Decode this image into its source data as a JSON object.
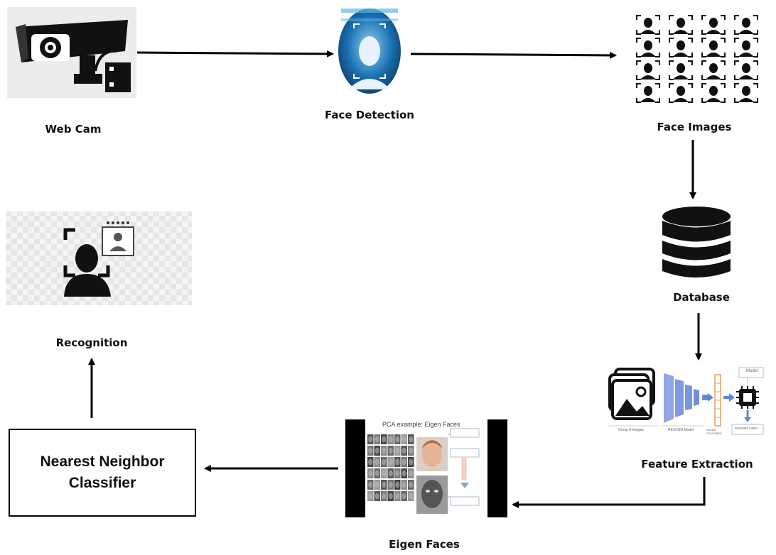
{
  "nodes": {
    "webcam": {
      "label": "Web Cam",
      "icon": "security-camera-icon"
    },
    "face_detection": {
      "label": "Face Detection",
      "icon": "face-scan-icon"
    },
    "face_images": {
      "label": "Face Images",
      "icon": "face-grid-icon"
    },
    "database": {
      "label": "Database",
      "icon": "database-icon"
    },
    "feature_extraction": {
      "label": "Feature Extraction",
      "icon": "cnn-pipeline-icon",
      "sublabels": [
        "Group A Images",
        "RESCNN Model",
        "Weights RTA5 RBD5",
        "Inverted Label"
      ],
      "box_label": "Model"
    },
    "eigen_faces": {
      "label": "Eigen Faces",
      "icon": "eigen-faces-slide",
      "slide_title": "PCA example: Eigen Faces"
    },
    "nearest_neighbor": {
      "line1": "Nearest Neighbor",
      "line2": "Classifier"
    },
    "recognition": {
      "label": "Recognition",
      "icon": "face-recognition-icon"
    }
  },
  "edges": [
    {
      "from": "webcam",
      "to": "face_detection"
    },
    {
      "from": "face_detection",
      "to": "face_images"
    },
    {
      "from": "face_images",
      "to": "database"
    },
    {
      "from": "database",
      "to": "feature_extraction"
    },
    {
      "from": "feature_extraction",
      "to": "eigen_faces"
    },
    {
      "from": "eigen_faces",
      "to": "nearest_neighbor"
    },
    {
      "from": "nearest_neighbor",
      "to": "recognition"
    }
  ],
  "colors": {
    "line": "#000000",
    "detection_blue": "#1a6fb0",
    "cnn_blue": "#7f9be0"
  }
}
